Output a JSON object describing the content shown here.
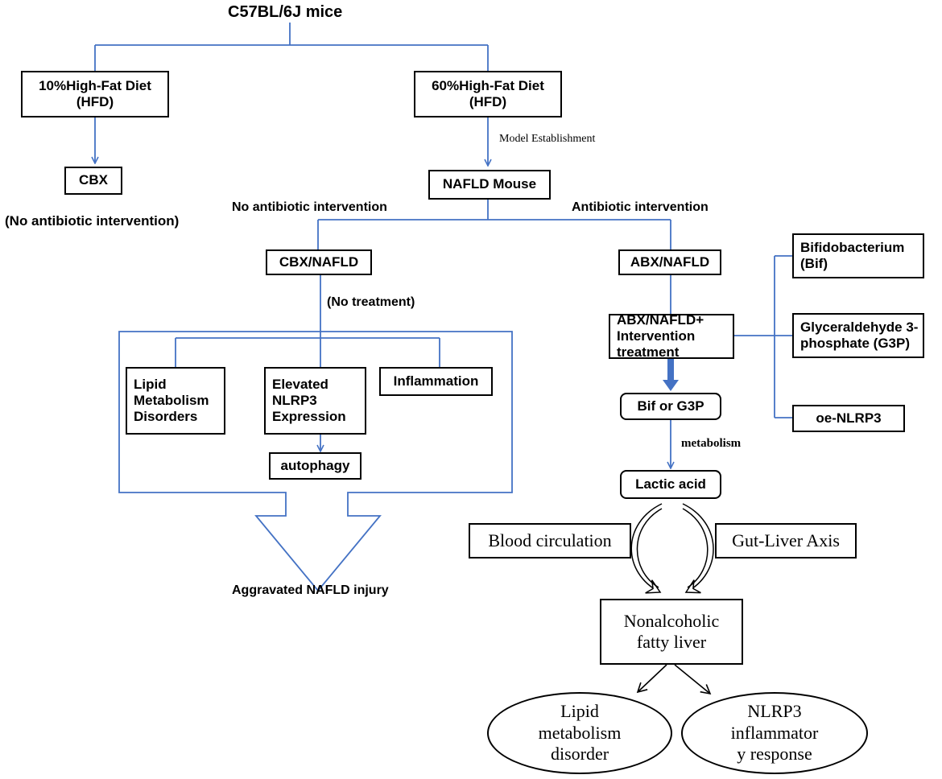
{
  "colors": {
    "connector": "#4472c4",
    "box_border": "#000000",
    "text": "#000000"
  },
  "title": "C57BL/6J mice",
  "nodes": {
    "hfd10": "10%High-Fat Diet\n(HFD)",
    "hfd60": "60%High-Fat Diet\n(HFD)",
    "cbx": "CBX",
    "cbx_note": "(No antibiotic intervention)",
    "model_label": "Model Establishment",
    "nafld_mouse": "NAFLD Mouse",
    "no_abx_label": "No antibiotic intervention",
    "abx_label": "Antibiotic intervention",
    "cbx_nafld": "CBX/NAFLD",
    "no_treatment": "(No treatment)",
    "abx_nafld": "ABX/NAFLD",
    "lipid_disorders": "Lipid\nMetabolism\nDisorders",
    "elevated_nlrp3": "Elevated\nNLRP3\nExpression",
    "inflammation": "Inflammation",
    "autophagy": "autophagy",
    "aggravated": "Aggravated NAFLD injury",
    "abx_intervention": "ABX/NAFLD+\nIntervention treatment",
    "bifidobacterium": "Bifidobacterium\n(Bif)",
    "g3p": "Glyceraldehyde 3-\nphosphate (G3P)",
    "oe_nlrp3": "oe-NLRP3",
    "bif_or_g3p": "Bif or G3P",
    "metabolism_label": "metabolism",
    "lactic_acid": "Lactic acid",
    "blood_circulation": "Blood circulation",
    "gut_liver": "Gut-Liver Axis",
    "nafl": "Nonalcoholic\nfatty liver",
    "lipid_disorder_outcome": "Lipid\nmetabolism\ndisorder",
    "nlrp3_outcome": "NLRP3\ninflammator\ny response"
  }
}
